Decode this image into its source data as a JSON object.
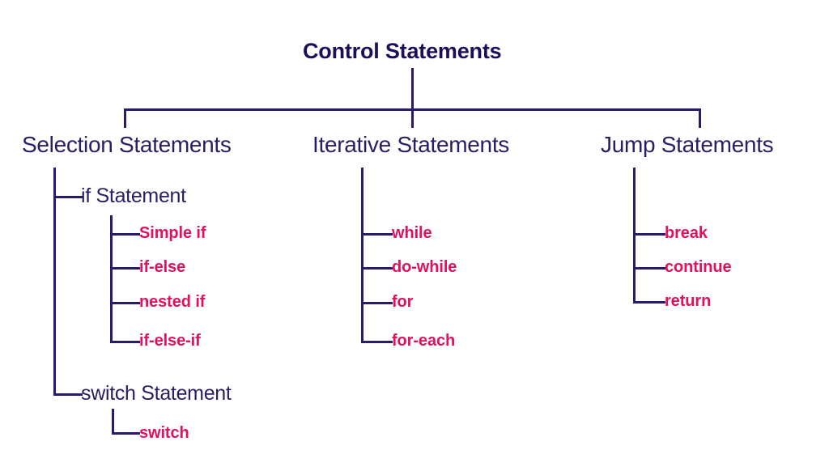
{
  "diagram": {
    "title": "Control Statements",
    "type": "tree",
    "background": "#ffffff",
    "colors": {
      "navy": "#2a1d63",
      "line": "#2a1a6b",
      "accent_pink": "#e0115f"
    },
    "root": {
      "label": "Control Statements"
    },
    "branches": [
      {
        "id": "selection",
        "label": "Selection Statements",
        "children": [
          {
            "id": "if-statement",
            "label": "if Statement",
            "leaves": [
              "Simple if",
              "if-else",
              "nested if",
              "if-else-if"
            ]
          },
          {
            "id": "switch-statement",
            "label": "switch Statement",
            "leaves": [
              "switch"
            ]
          }
        ]
      },
      {
        "id": "iterative",
        "label": "Iterative Statements",
        "children": [
          {
            "id": "iterative-leaves",
            "label": "",
            "leaves": [
              "while",
              "do-while",
              "for",
              "for-each"
            ]
          }
        ]
      },
      {
        "id": "jump",
        "label": "Jump Statements",
        "children": [
          {
            "id": "jump-leaves",
            "label": "",
            "leaves": [
              "break",
              "continue",
              "return"
            ]
          }
        ]
      }
    ],
    "labels": {
      "root_title": "Control Statements",
      "selection_title": "Selection Statements",
      "iterative_title": "Iterative Statements",
      "jump_title": "Jump Statements",
      "if_statement": "if Statement",
      "switch_statement": "switch Statement",
      "simple_if": "Simple if",
      "if_else": "if-else",
      "nested_if": "nested if",
      "if_else_if": "if-else-if",
      "while": "while",
      "do_while": "do-while",
      "for": "for",
      "for_each": "for-each",
      "break": "break",
      "continue": "continue",
      "return": "return",
      "switch": "switch"
    }
  }
}
